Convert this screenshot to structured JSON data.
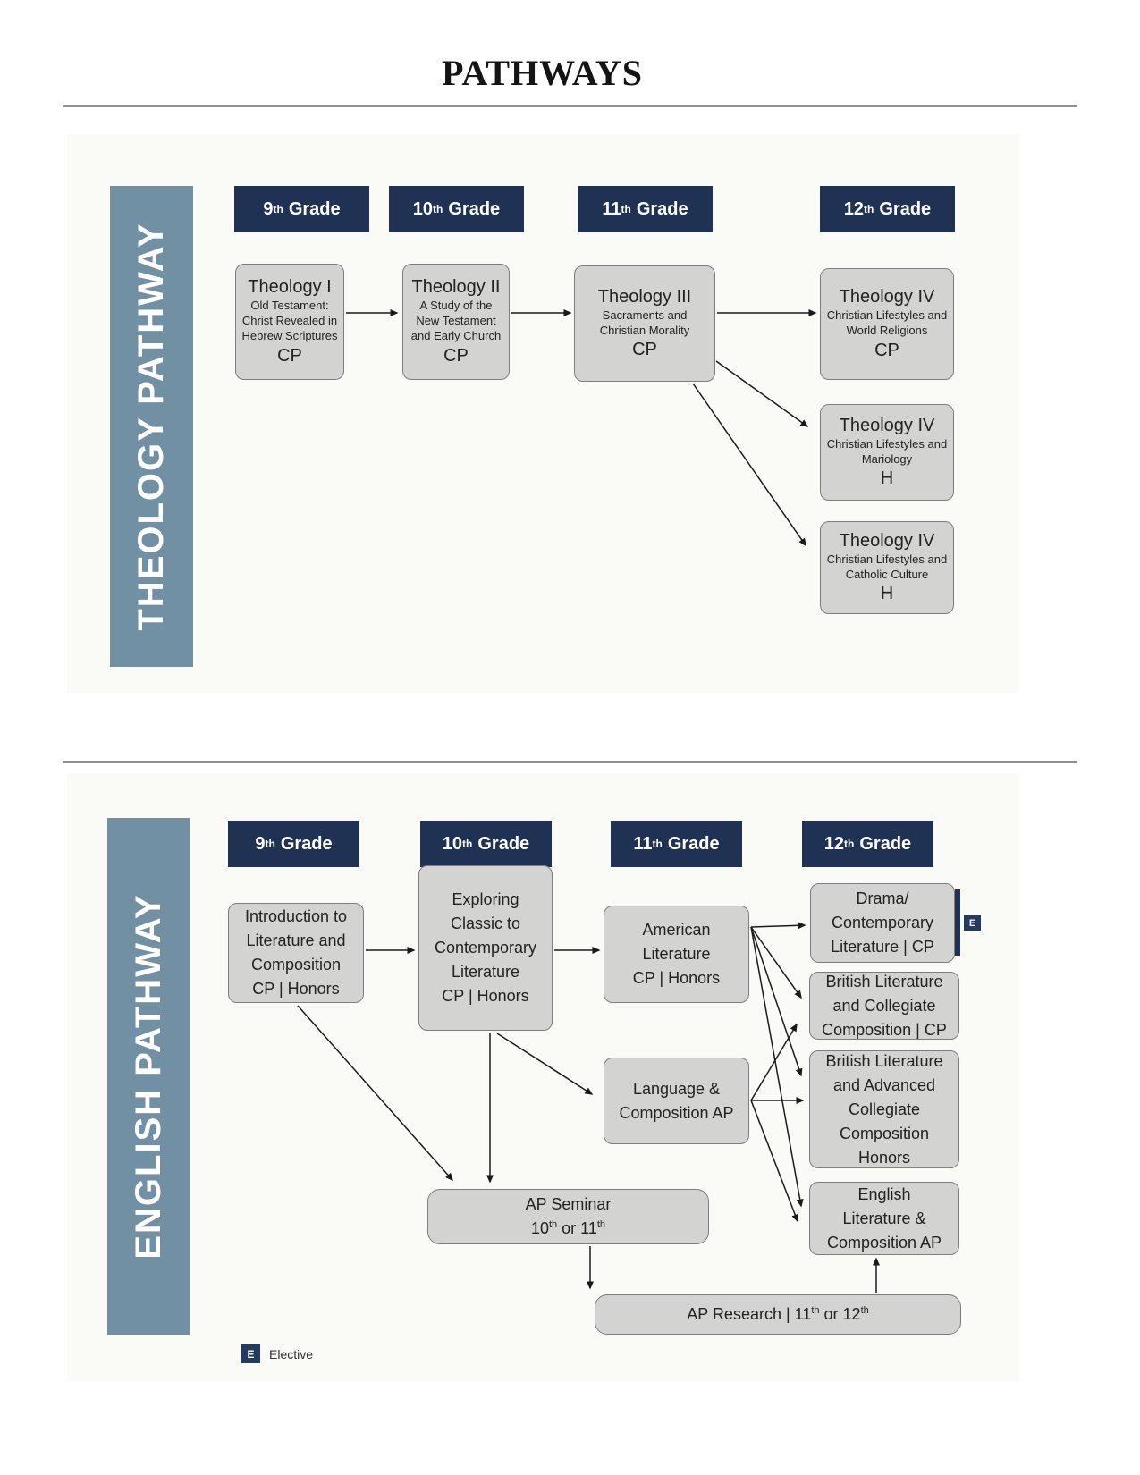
{
  "page_title": "PATHWAYS",
  "grades": [
    {
      "num": "9",
      "sup": "th",
      "word": "Grade"
    },
    {
      "num": "10",
      "sup": "th",
      "word": "Grade"
    },
    {
      "num": "11",
      "sup": "th",
      "word": "Grade"
    },
    {
      "num": "12",
      "sup": "th",
      "word": "Grade"
    }
  ],
  "theology": {
    "sidebar_label": "THEOLOGY PATHWAY",
    "courses": [
      {
        "title": "Theology I",
        "subtitle": "Old Testament: Christ Revealed in Hebrew Scriptures",
        "level": "CP"
      },
      {
        "title": "Theology II",
        "subtitle": "A Study of the New Testament and Early Church",
        "level": "CP"
      },
      {
        "title": "Theology III",
        "subtitle": "Sacraments and Christian Morality",
        "level": "CP"
      },
      {
        "title": "Theology IV",
        "subtitle": "Christian Lifestyles and World Religions",
        "level": "CP"
      },
      {
        "title": "Theology IV",
        "subtitle": "Christian Lifestyles and Mariology",
        "level": "H"
      },
      {
        "title": "Theology IV",
        "subtitle": "Christian Lifestyles and Catholic Culture",
        "level": "H"
      }
    ]
  },
  "english": {
    "sidebar_label": "ENGLISH PATHWAY",
    "intro": {
      "lines": [
        "Introduction to",
        "Literature and",
        "Composition",
        "CP | Honors"
      ]
    },
    "exploring": {
      "lines": [
        "Exploring",
        "Classic to",
        "Contemporary",
        "Literature",
        "CP | Honors"
      ]
    },
    "american": {
      "lines": [
        "American",
        "Literature",
        "CP | Honors"
      ]
    },
    "lang_comp": {
      "lines": [
        "Language &",
        "Composition AP"
      ]
    },
    "drama": {
      "lines": [
        "Drama/",
        "Contemporary",
        "Literature | CP"
      ],
      "badge": "E"
    },
    "brit_cp": {
      "lines": [
        "British Literature",
        "and Collegiate",
        "Composition | CP"
      ]
    },
    "brit_honors": {
      "lines": [
        "British Literature",
        "and Advanced",
        "Collegiate",
        "Composition",
        "Honors"
      ]
    },
    "eng_lit_ap": {
      "lines": [
        "English",
        "Literature &",
        "Composition AP"
      ]
    },
    "ap_seminar": {
      "line1": "AP Seminar",
      "l2a": "10",
      "l2a_sup": "th",
      "l2b": " or 11",
      "l2b_sup": "th"
    },
    "ap_research": {
      "a": "AP Research | 11",
      "a_sup": "th",
      "b": " or 12",
      "b_sup": "th"
    }
  },
  "legend": {
    "badge": "E",
    "label": "Elective"
  },
  "colors": {
    "navy": "#203253",
    "slate_blue": "#7290a4",
    "box_fill": "#d3d3d2",
    "box_border": "#7d7d7d",
    "divider_gray": "#8f8f8f"
  }
}
